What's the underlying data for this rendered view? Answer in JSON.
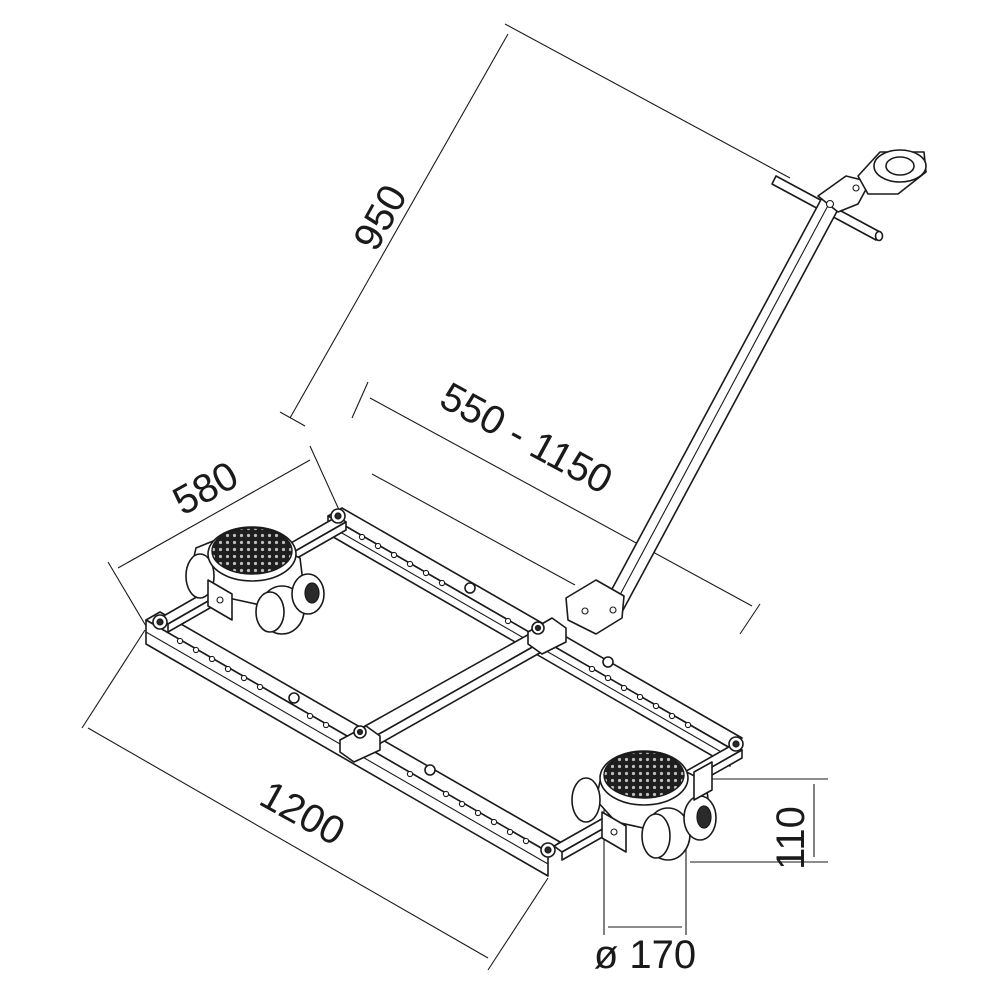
{
  "dimensions": {
    "handle_height": "950",
    "adjustable_length": "550 - 1150",
    "frame_width": "580",
    "frame_length": "1200",
    "pad_height": "110",
    "pad_diameter": "ø 170"
  },
  "colors": {
    "line": "#1a1a1a",
    "background": "#ffffff",
    "pad": "#2a2a2a"
  }
}
